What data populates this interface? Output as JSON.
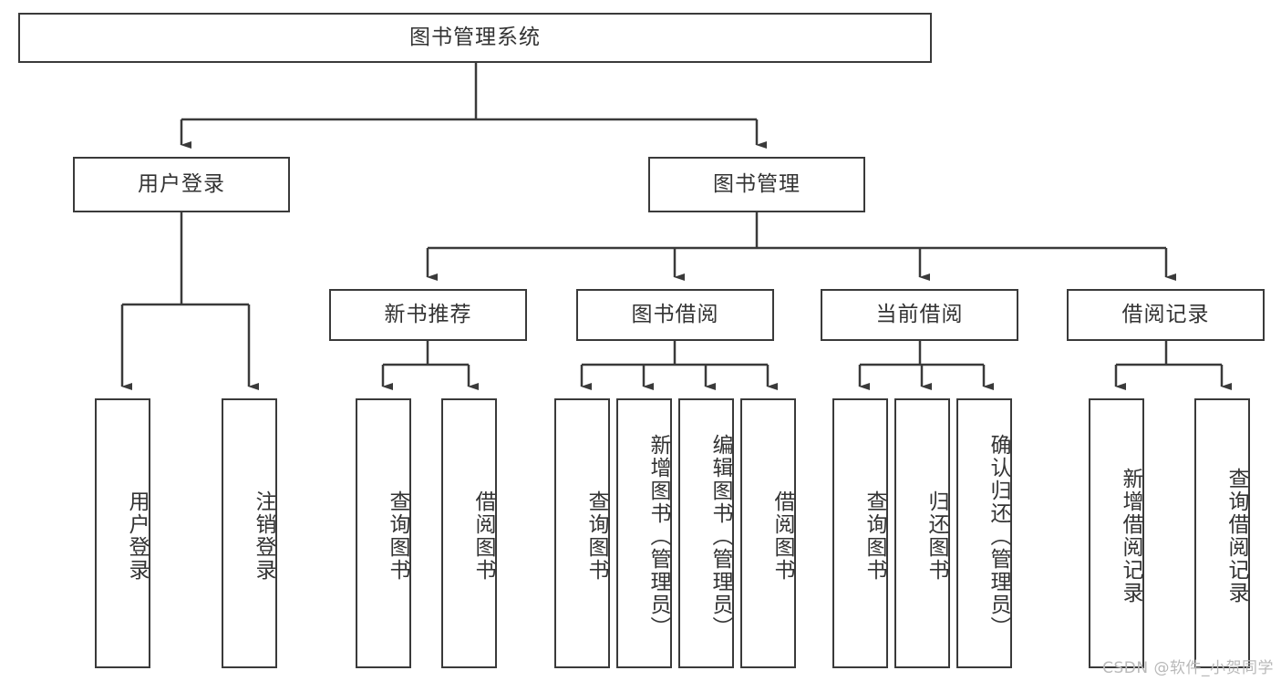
{
  "diagram": {
    "title": "图书管理系统",
    "root": {
      "label": "图书管理系统"
    },
    "level1": [
      {
        "label": "用户登录"
      },
      {
        "label": "图书管理"
      }
    ],
    "level2": [
      {
        "label": "新书推荐"
      },
      {
        "label": "图书借阅"
      },
      {
        "label": "当前借阅"
      },
      {
        "label": "借阅记录"
      }
    ],
    "leaves": {
      "user_login": [
        {
          "label": "用户登录"
        },
        {
          "label": "注销登录"
        }
      ],
      "new_book_recommend": [
        {
          "label": "查询图书"
        },
        {
          "label": "借阅图书"
        }
      ],
      "book_borrow": [
        {
          "label": "查询图书"
        },
        {
          "label": "新增图书（管理员）"
        },
        {
          "label": "编辑图书（管理员）"
        },
        {
          "label": "借阅图书"
        }
      ],
      "current_borrow": [
        {
          "label": "查询图书"
        },
        {
          "label": "归还图书"
        },
        {
          "label": "确认归还（管理员）"
        }
      ],
      "borrow_record": [
        {
          "label": "新增借阅记录"
        },
        {
          "label": "查询借阅记录"
        }
      ]
    }
  },
  "watermark": {
    "text": "CSDN @软件_小贺同学"
  },
  "colors": {
    "stroke": "#3a3a3a",
    "text": "#333333",
    "background": "#ffffff",
    "watermark": "#b9b9b9"
  }
}
